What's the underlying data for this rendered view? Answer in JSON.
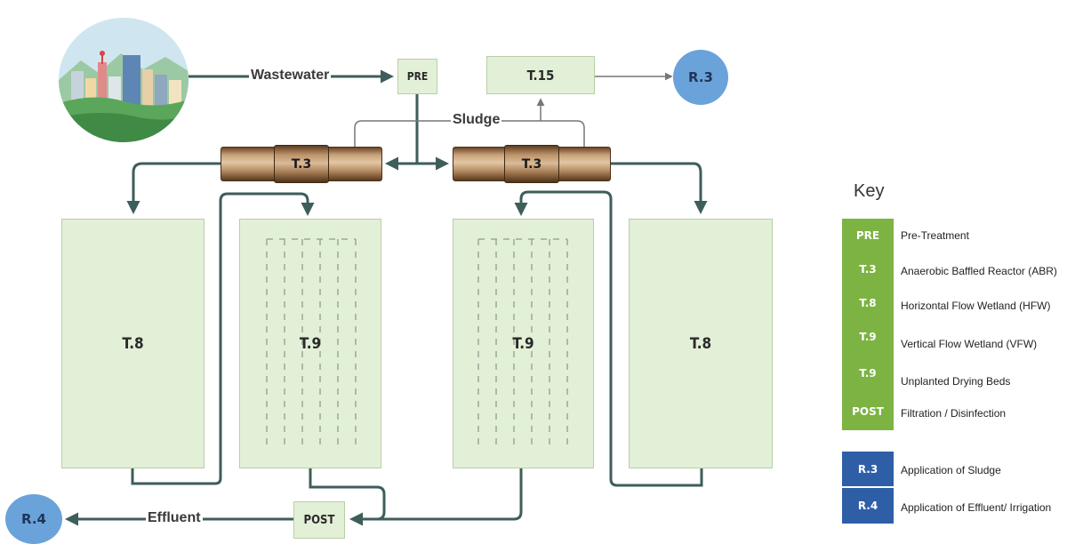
{
  "flow": {
    "wastewater": "Wastewater",
    "sludge": "Sludge",
    "effluent": "Effluent"
  },
  "nodes": {
    "pre": "PRE",
    "t15": "T.15",
    "r3": "R.3",
    "t3_left": "T.3",
    "t3_right": "T.3",
    "t8_left": "T.8",
    "t9_left": "T.9",
    "t9_right": "T.9",
    "t8_right": "T.8",
    "post": "POST",
    "r4": "R.4"
  },
  "key": {
    "title": "Key",
    "items": [
      {
        "tag": "PRE",
        "label": "Pre-Treatment",
        "color": "green"
      },
      {
        "tag": "T.3",
        "label": "Anaerobic Baffled Reactor (ABR)",
        "color": "green"
      },
      {
        "tag": "T.8",
        "label": "Horizontal Flow Wetland (HFW)",
        "color": "green"
      },
      {
        "tag": "T.9",
        "label": "Vertical Flow Wetland (VFW)",
        "color": "green"
      },
      {
        "tag": "T.9",
        "label": "Unplanted Drying Beds",
        "color": "green"
      },
      {
        "tag": "POST",
        "label": "Filtration / Disinfection",
        "color": "green"
      },
      {
        "tag": "R.3",
        "label": "Application of Sludge",
        "color": "blue"
      },
      {
        "tag": "R.4",
        "label": "Application of Effluent/ Irrigation",
        "color": "blue"
      }
    ]
  },
  "colors": {
    "line": "#3d5e5a",
    "box_fill": "#e3f0d8",
    "circle_fill": "#6aa3d9",
    "key_green": "#7cb342",
    "key_blue": "#2e5fa6"
  }
}
